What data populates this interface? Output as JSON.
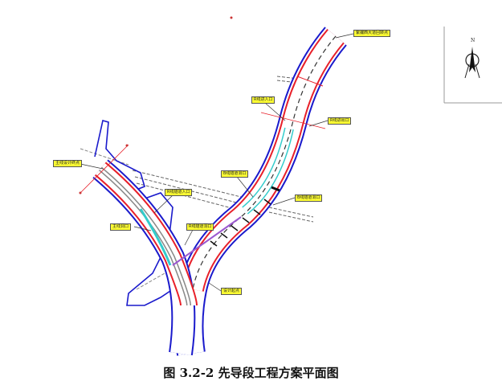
{
  "caption": "图 3.2-2 先导段工程方案平面图",
  "compass": {
    "label": "N",
    "icon": "north-arrow-icon"
  },
  "labels": [
    "紫编西大道回转点",
    "R线进入口",
    "R线进出口",
    "主线设计终点",
    "R线隧道入口",
    "B线隧道洞口",
    "B线隧道洞口",
    "主线洞口",
    "R线隧道洞口",
    "设计起点"
  ],
  "colors": {
    "outline": "#1a1acc",
    "tunnel": "#e8202a",
    "ramp": "#33cccc",
    "ramp2": "#9b59d0",
    "label_bg": "#ffff33"
  }
}
